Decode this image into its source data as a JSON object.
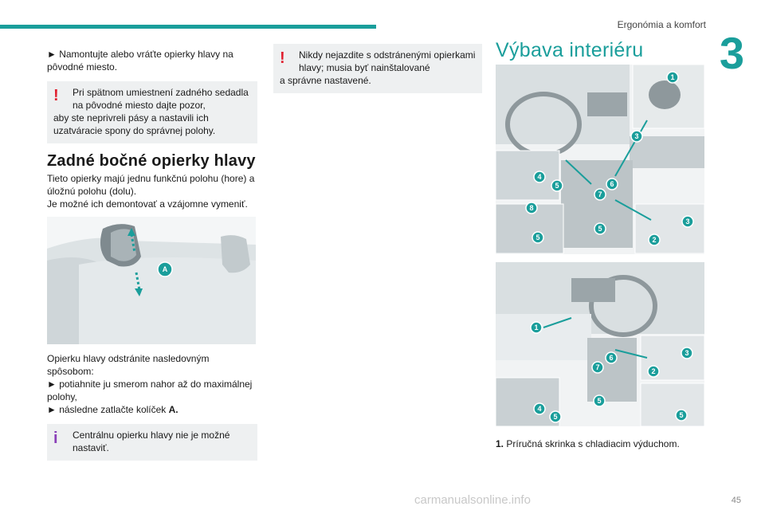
{
  "header": {
    "section_title": "Ergonómia a komfort",
    "chapter_number": "3"
  },
  "col1": {
    "step_mount": "► Namontujte alebo vráťte opierky hlavy na pôvodné miesto.",
    "warn1_first": "Pri spätnom umiestnení zadného sedadla na pôvodné miesto dajte pozor,",
    "warn1_rest": "aby ste neprivreli pásy a nastavili ich uzatváracie spony do správnej polohy.",
    "heading": "Zadné bočné opierky hlavy",
    "intro_line1": "Tieto opierky majú jednu funkčnú polohu (hore) a úložnú polohu (dolu).",
    "intro_line2": "Je možné ich demontovať a vzájomne vymeniť.",
    "figure_label": "A",
    "removal_intro": "Opierku hlavy odstránite nasledovným spôsobom:",
    "removal_step1": "► potiahnite ju smerom nahor až do maximálnej polohy,",
    "removal_step2_text": "► následne zatlačte kolíček",
    "removal_step2_key": "A.",
    "info_first": "Centrálnu opierku hlavy nie je možné",
    "info_rest": "nastaviť."
  },
  "col2": {
    "warn2_first": "Nikdy nejazdite s odstránenými opierkami hlavy; musia byť nainštalované",
    "warn2_rest": "a správne nastavené."
  },
  "col3": {
    "heading": "Výbava interiéru",
    "caption_num": "1.",
    "caption_text": "Príručná skrinka s chladiacim výduchom."
  },
  "callouts_top": [
    "1",
    "3",
    "4",
    "5",
    "6",
    "7",
    "8",
    "5",
    "3",
    "2",
    "5"
  ],
  "callouts_bottom": [
    "1",
    "6",
    "7",
    "3",
    "2",
    "4",
    "5",
    "5",
    "5"
  ],
  "footer": {
    "page_number": "45",
    "watermark": "carmanualsonline.info"
  },
  "colors": {
    "accent": "#1a9e9b",
    "warning": "#e02030",
    "info": "#8a3fb8",
    "box_bg": "#eef0f1"
  }
}
